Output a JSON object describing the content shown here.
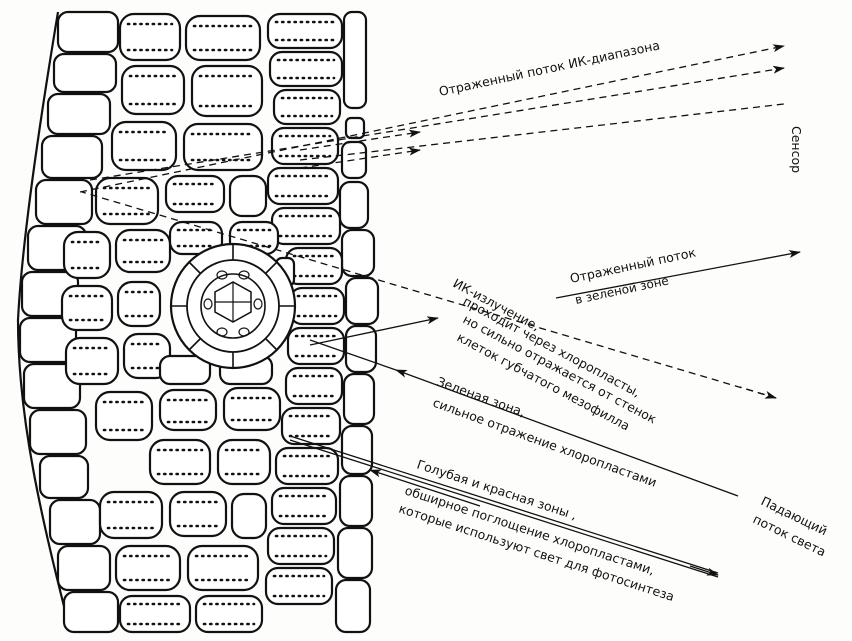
{
  "labels": {
    "reflected_ir": "Отраженный поток ИК-диапазона",
    "sensor": "Сенсор",
    "reflected_green_1": "Отраженный  поток",
    "reflected_green_2": "в зеленой зоне",
    "ir_1": "ИК-излучение,",
    "ir_2": "проходит через хлоропласты,",
    "ir_3": "но сильно отражается от стенок",
    "ir_4": "клеток губчатого мезофилла",
    "green_1": "Зеленая зона,",
    "green_2": "сильное отражение хлоропластами",
    "incident_1": "Падающий",
    "incident_2": "поток света",
    "bluered_1": "Голубая и красная зоны ,",
    "bluered_2": "обширное поглощение хлоропластами,",
    "bluered_3": "которые используют свет для фотосинтеза"
  }
}
